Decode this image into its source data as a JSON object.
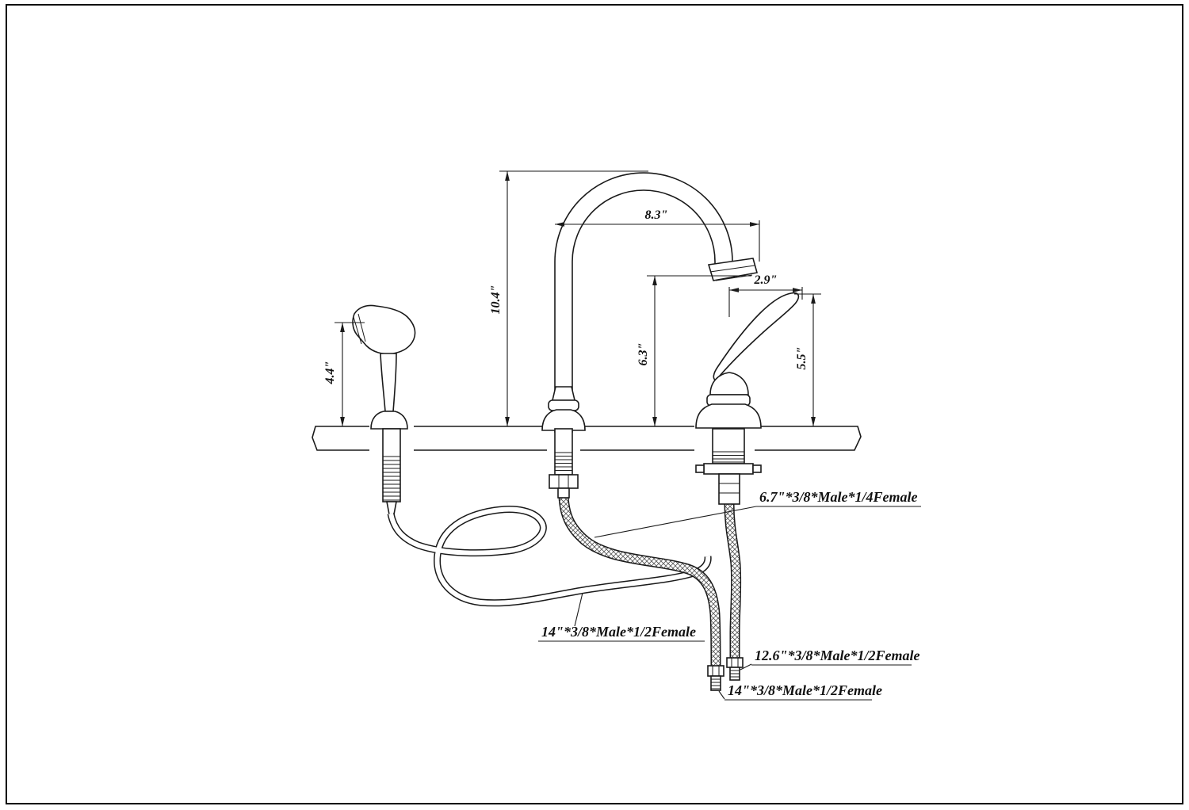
{
  "page": {
    "background": "#ffffff",
    "line_color": "#1a1a1a"
  },
  "diagram": {
    "type": "technical-drawing",
    "subject": "kitchen faucet with high-arc spout, single lever handle and side sprayer — installation dimension drawing",
    "dimensions": {
      "spout_reach": "8.3\"",
      "overall_height": "10.4\"",
      "spout_clearance": "6.3\"",
      "handle_reach": "2.9\"",
      "handle_height": "5.5\"",
      "sprayer_height": "4.4\""
    },
    "hose_labels": {
      "connector_hose": "6.7\"*3/8*Male*1/4Female",
      "sprayer_hose": "14\"*3/8*Male*1/2Female",
      "supply_hose_short": "12.6\"*3/8*Male*1/2Female",
      "supply_hose_long": "14\"*3/8*Male*1/2Female"
    }
  }
}
